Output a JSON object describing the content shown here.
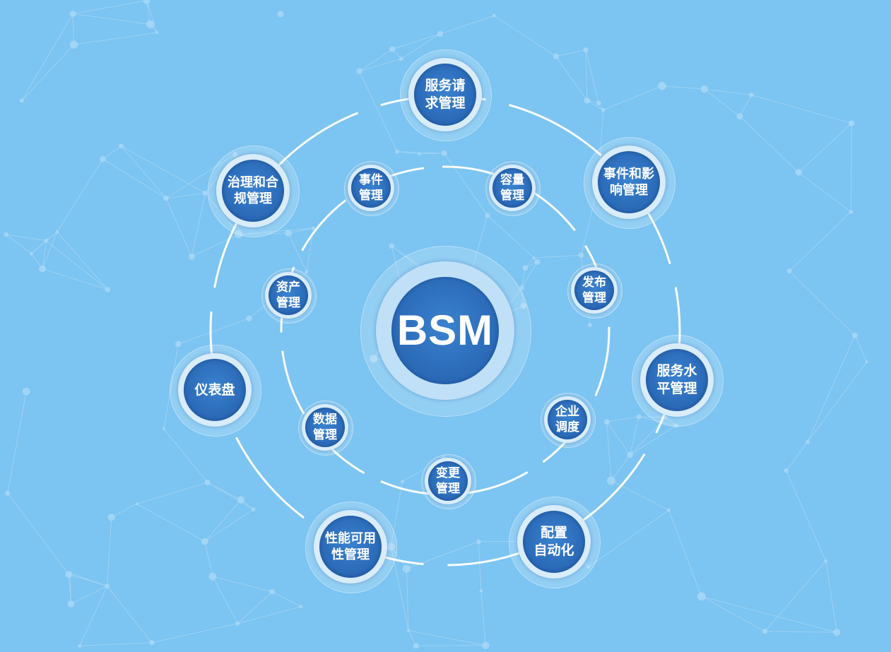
{
  "center": {
    "label": "BSM"
  },
  "outer_nodes": [
    {
      "id": "service-request",
      "label": "服务请\n求管理"
    },
    {
      "id": "event-impact",
      "label": "事件和影\n响管理"
    },
    {
      "id": "service-level",
      "label": "服务水\n平管理"
    },
    {
      "id": "config-automation",
      "label": "配置\n自动化"
    },
    {
      "id": "performance-availability",
      "label": "性能可用\n性管理"
    },
    {
      "id": "dashboard",
      "label": "仪表盘"
    },
    {
      "id": "governance-compliance",
      "label": "治理和合\n规管理"
    }
  ],
  "inner_nodes": [
    {
      "id": "incident",
      "label": "事件\n管理"
    },
    {
      "id": "capacity",
      "label": "容量\n管理"
    },
    {
      "id": "release",
      "label": "发布\n管理"
    },
    {
      "id": "enterprise-scheduling",
      "label": "企业\n调度"
    },
    {
      "id": "change",
      "label": "变更\n管理"
    },
    {
      "id": "data",
      "label": "数据\n管理"
    },
    {
      "id": "asset",
      "label": "资产\n管理"
    }
  ],
  "colors": {
    "background": "#7cc4f1",
    "node_core": "#2968b5",
    "ring": "#d8ecfa",
    "connector": "#ffffff"
  }
}
